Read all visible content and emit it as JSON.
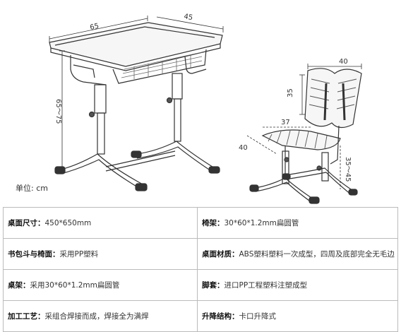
{
  "diagram": {
    "desk_width": "65",
    "desk_depth": "45",
    "desk_height": "65～75",
    "chair_back_width": "40",
    "chair_back_height": "35",
    "seat_width": "37",
    "seat_depth": "40",
    "seat_height": "35～45",
    "unit": "单位: cm"
  },
  "specs": [
    {
      "key": "桌面尺寸：",
      "value": "450*650mm"
    },
    {
      "key": "椅架：",
      "value": "30*60*1.2mm扁圆管"
    },
    {
      "key": "书包斗与椅面：",
      "value": "采用PP塑料"
    },
    {
      "key": "桌面材质：",
      "value": "ABS塑料塑料一次成型，四周及底部完全无毛边"
    },
    {
      "key": "桌架：",
      "value": "采用30*60*1.2mm扁圆管"
    },
    {
      "key": "脚套：",
      "value": "进口PP工程塑料注塑成型"
    },
    {
      "key": "加工工艺：",
      "value": "采组合焊接而成，焊接全为满焊"
    },
    {
      "key": "升降结构：",
      "value": "卡口升降式"
    }
  ]
}
